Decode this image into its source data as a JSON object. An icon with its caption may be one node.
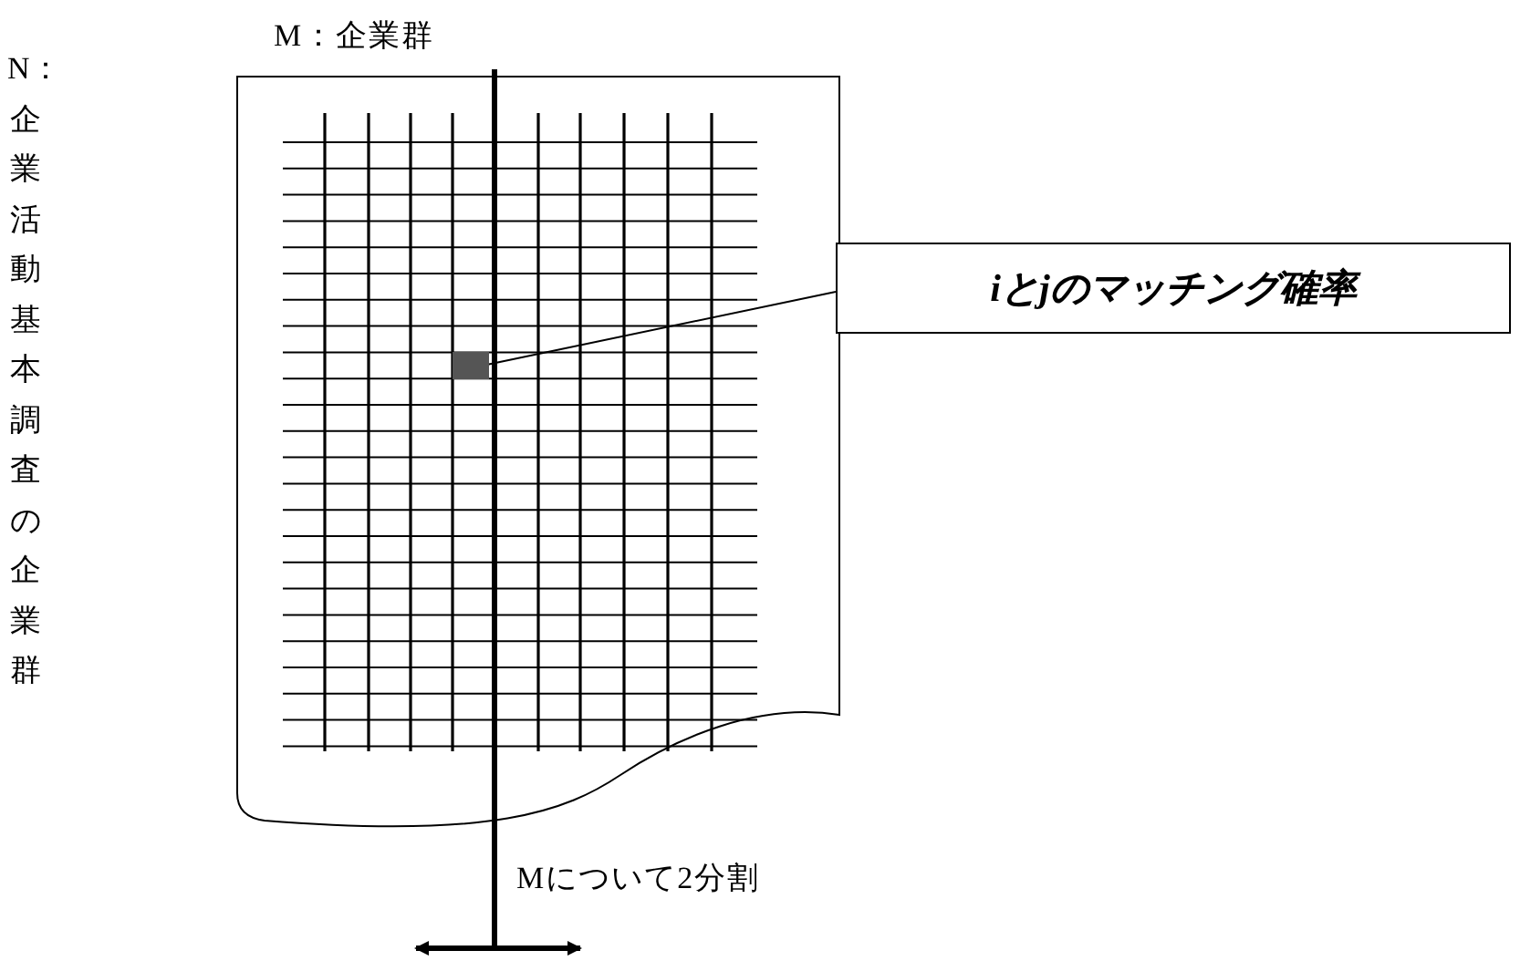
{
  "diagram": {
    "title": "M：企業群",
    "nodes": [
      {
        "text": [
          "iとjのマッチング確率"
        ]
      },
      {
        "text": [],
        "shape": "box"
      }
    ],
    "edges": [
      {
        "from": 0,
        "to": 1,
        "arrow": "none"
      }
    ],
    "labels": [
      "N：企業活動基本調査の企業群",
      "Mについて2分割"
    ]
  }
}
